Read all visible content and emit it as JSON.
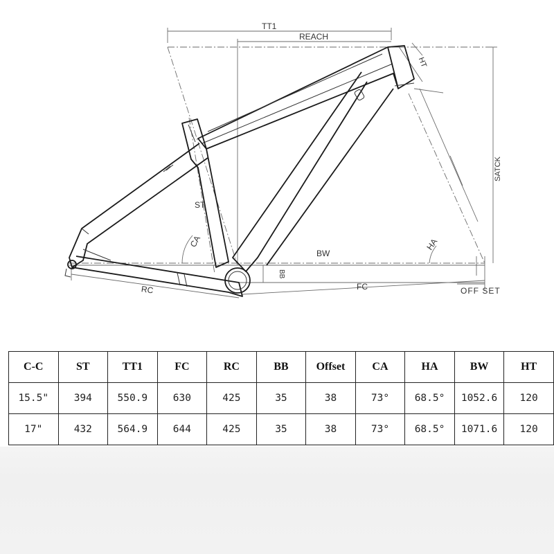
{
  "diagram": {
    "labels": {
      "tt1": "TT1",
      "reach": "REACH",
      "ht": "HT",
      "stack": "SATCK",
      "st": "ST",
      "ca": "CA",
      "ha": "HA",
      "bw": "BW",
      "bb": "BB",
      "fc": "FC",
      "rc": "RC",
      "offset": "OFF SET"
    }
  },
  "table": {
    "headers": [
      "C-C",
      "ST",
      "TT1",
      "FC",
      "RC",
      "BB",
      "Offset",
      "CA",
      "HA",
      "BW",
      "HT"
    ],
    "rows": [
      [
        "15.5\"",
        "394",
        "550.9",
        "630",
        "425",
        "35",
        "38",
        "73°",
        "68.5°",
        "1052.6",
        "120"
      ],
      [
        "17\"",
        "432",
        "564.9",
        "644",
        "425",
        "35",
        "38",
        "73°",
        "68.5°",
        "1071.6",
        "120"
      ]
    ]
  }
}
